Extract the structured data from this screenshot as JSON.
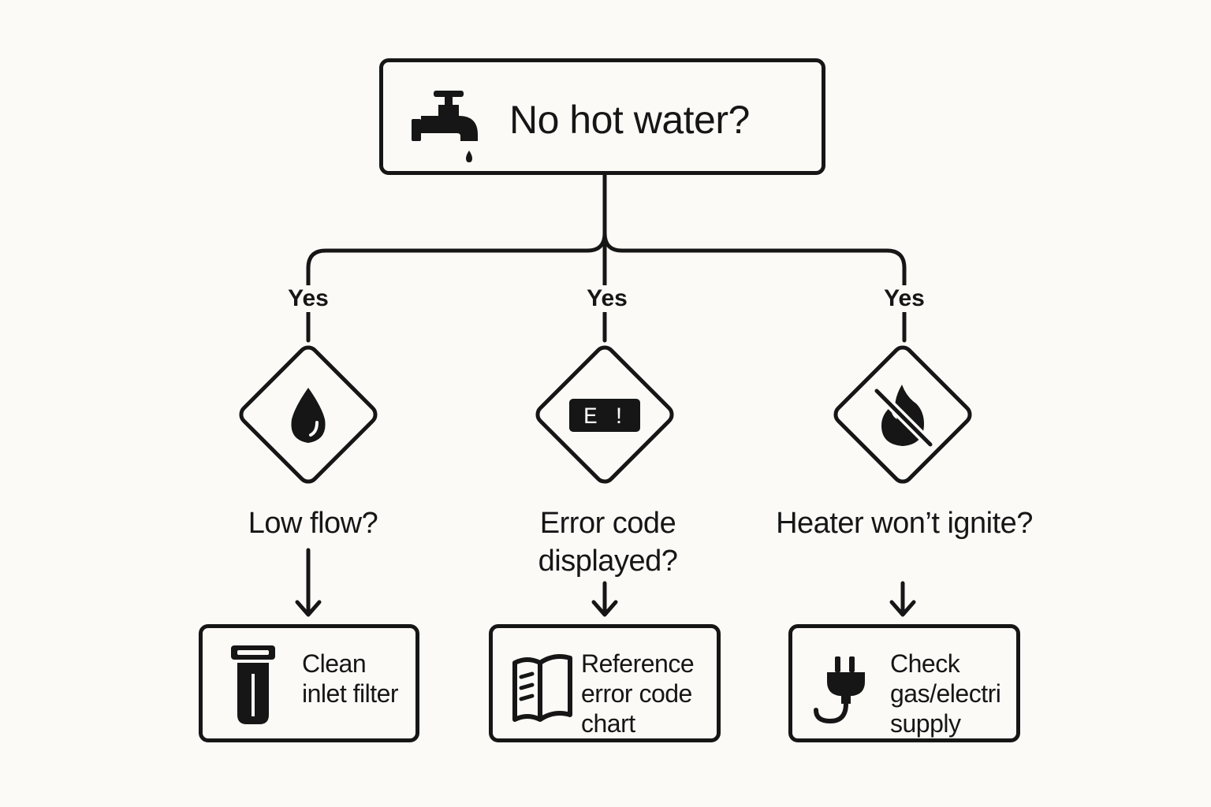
{
  "root": {
    "title": "No hot water?",
    "icon": "faucet-icon"
  },
  "branches": [
    {
      "edge_label": "Yes",
      "icon": "water-drop-icon",
      "question": "Low flow?",
      "action": {
        "icon": "filter-cartridge-icon",
        "text": "Clean\ninlet filter"
      }
    },
    {
      "edge_label": "Yes",
      "icon": "error-code-display-icon",
      "icon_text": "E !",
      "question": "Error code\ndisplayed?",
      "action": {
        "icon": "manual-book-icon",
        "text": "Reference\nerror code\nchart"
      }
    },
    {
      "edge_label": "Yes",
      "icon": "no-flame-icon",
      "question": "Heater won’t\nignite?",
      "action": {
        "icon": "plug-icon",
        "text": "Check\ngas/electri\nsupply"
      }
    }
  ]
}
